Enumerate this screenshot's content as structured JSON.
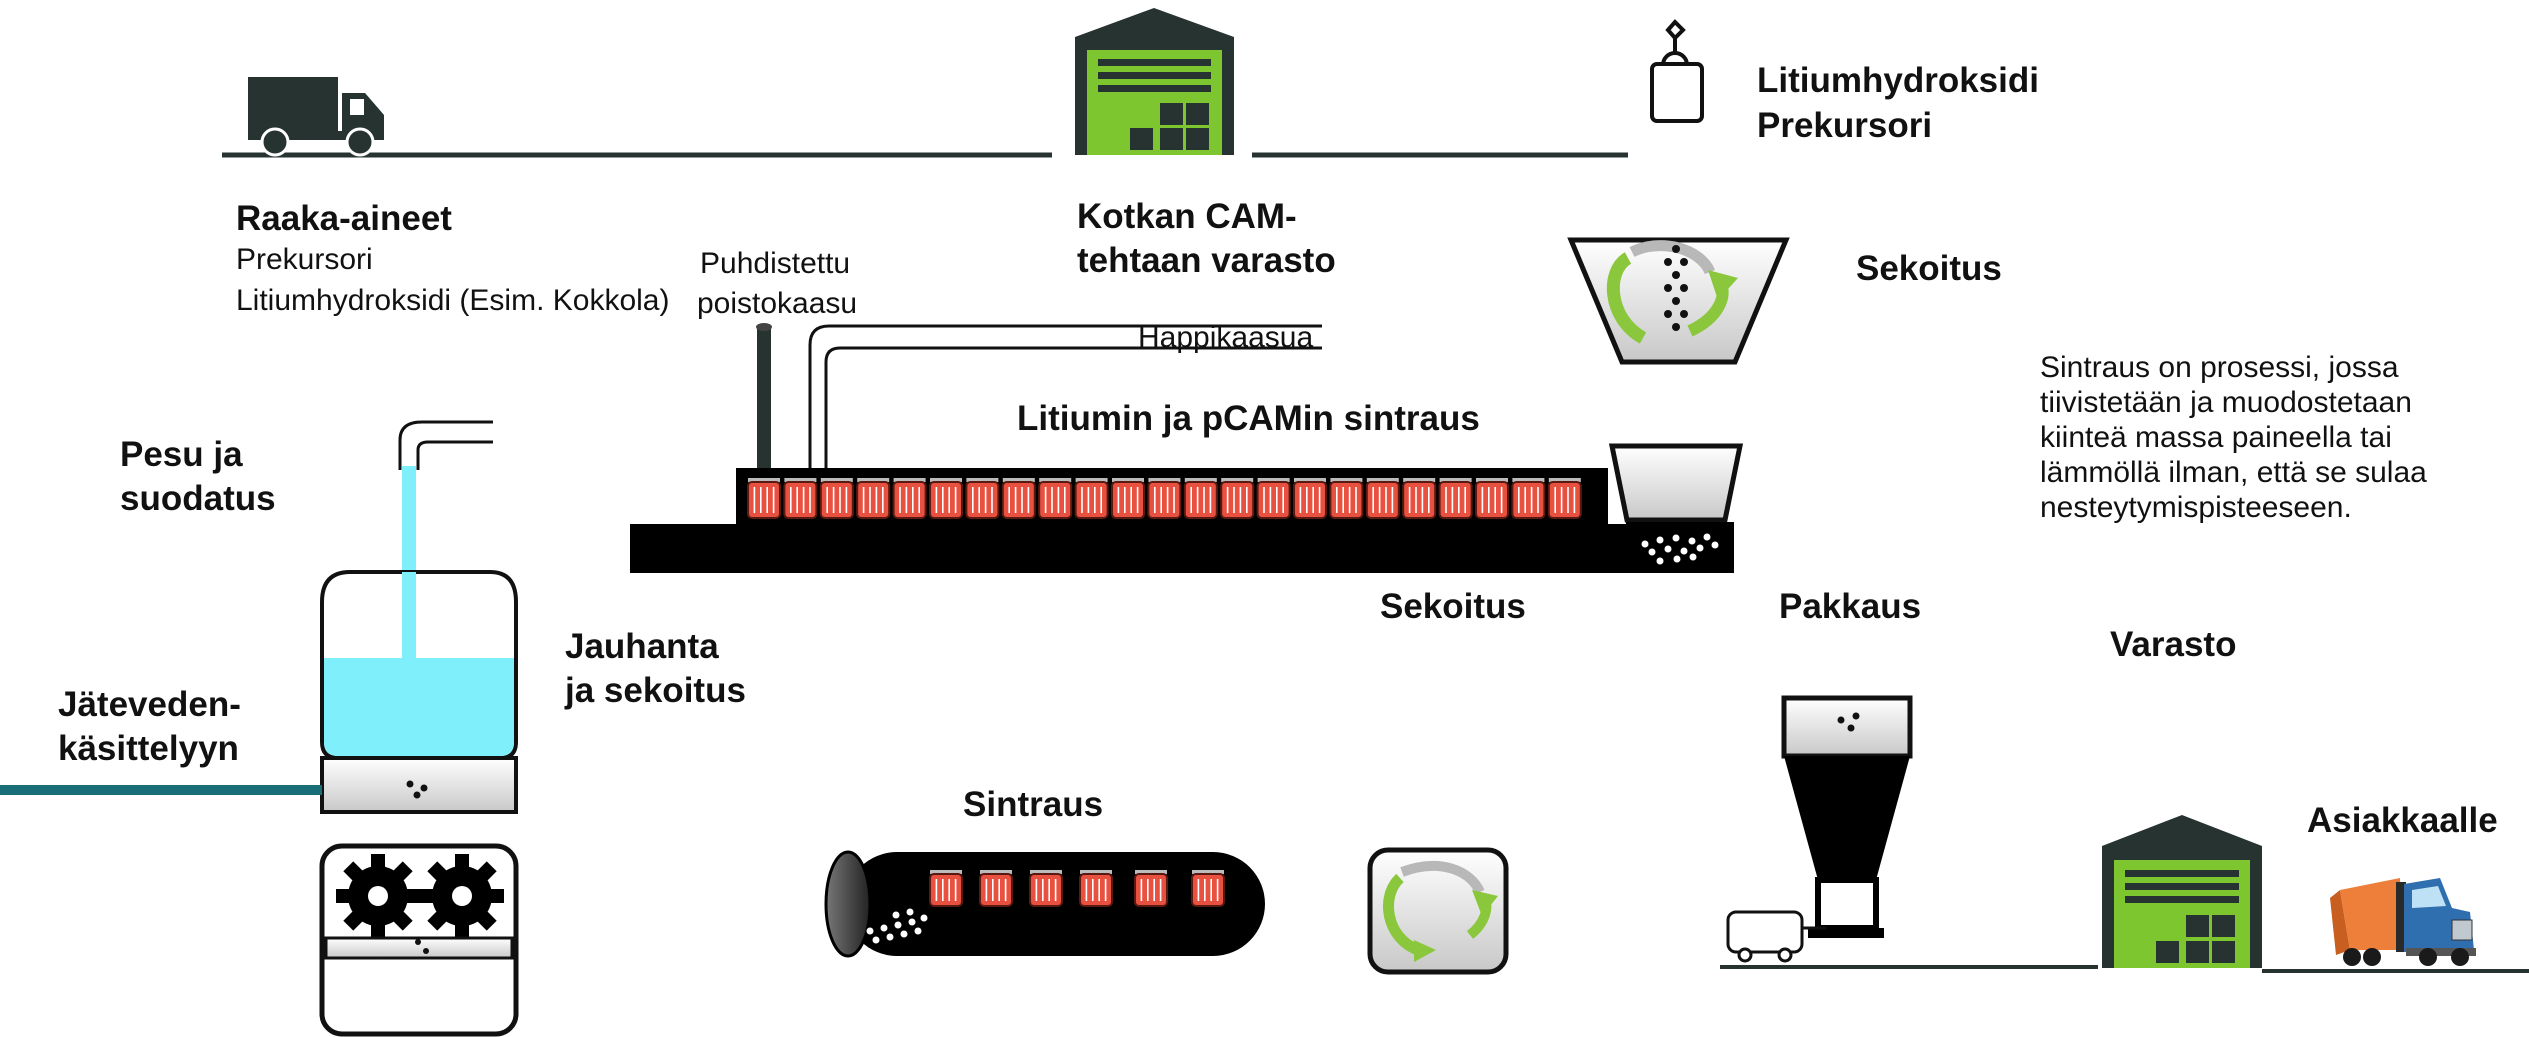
{
  "labels": {
    "raaka_title": "Raaka-aineet",
    "raaka_line1": "Prekursori",
    "raaka_line2": "Litiumhydroksidi (Esim. Kokkola)",
    "kotka_line1": "Kotkan  CAM-",
    "kotka_line2": "tehtaan varasto",
    "lioh_line1": "Litiumhydroksidi",
    "lioh_line2": "Prekursori",
    "sekoitus_top": "Sekoitus",
    "puhdistettu_line1": "Puhdistettu",
    "puhdistettu_line2": "poistokaasu",
    "happikaasua": "Happikaasua",
    "sintraus_main": "Litiumin ja pCAMin sintraus",
    "definition": [
      "Sintraus on prosessi, jossa",
      "tiivistetään ja muodostetaan",
      "kiinteä massa paineella tai",
      "lämmöllä ilman, että se sulaa",
      "nesteytymispisteeseen."
    ],
    "pesu_line1": "Pesu ja",
    "pesu_line2": "suodatus",
    "sekoitus_mid": "Sekoitus",
    "pakkaus": "Pakkaus",
    "varasto": "Varasto",
    "jauhanta_line1": "Jauhanta",
    "jauhanta_line2": "ja sekoitus",
    "jatevesi_line1": "Jäteveden-",
    "jatevesi_line2": "käsittelyyn",
    "sintraus_small": "Sintraus",
    "asiakkaalle": "Asiakkaalle"
  },
  "icons": [
    "truck-icon",
    "warehouse-icon",
    "hanging-bag-icon",
    "mixing-hopper-icon",
    "sintering-furnace-icon",
    "feed-hopper-icon",
    "washing-tank-icon",
    "grinding-mill-icon",
    "rotary-kiln-icon",
    "mixer-icon",
    "packaging-silo-icon",
    "big-bag-cart-icon",
    "semi-truck-icon"
  ],
  "colors": {
    "dark": "#263331",
    "green": "#7dc62f",
    "teal": "#1a6e78",
    "water": "#7ff0fb",
    "crucible": "#e85040",
    "truck_blue": "#2f6fb0",
    "container_orange": "#ee7f3a"
  }
}
